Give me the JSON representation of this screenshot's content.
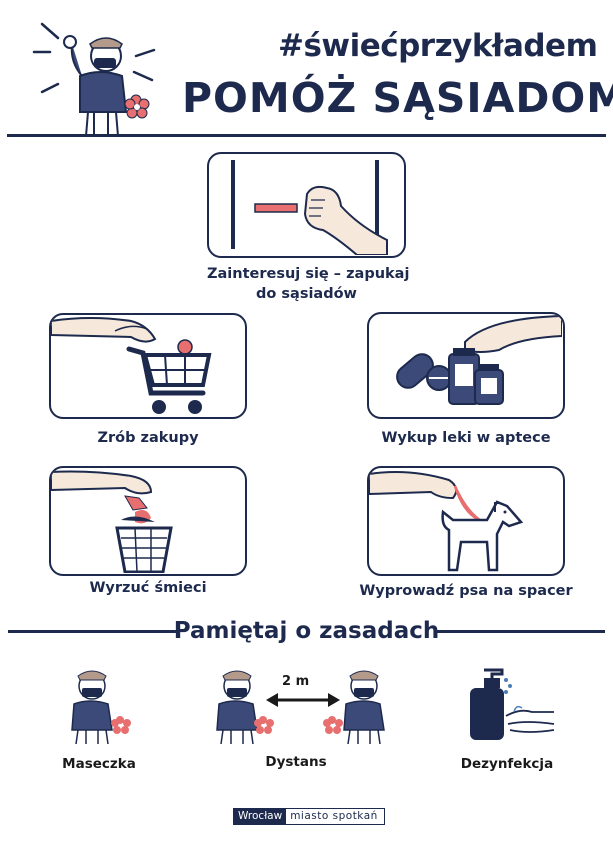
{
  "header": {
    "hashtag": "#świećprzykładem",
    "headline": "POMÓŻ SĄSIADOM"
  },
  "tasks": {
    "knock_caption_line1": "Zainteresuj się – zapukaj",
    "knock_caption_line2": "do sąsiadów",
    "shopping_caption": "Zrób zakupy",
    "pharmacy_caption": "Wykup leki w aptece",
    "trash_caption": "Wyrzuć śmieci",
    "dog_caption": "Wyprowadź psa na spacer"
  },
  "rules": {
    "title": "Pamiętaj o zasadach",
    "mask_label": "Maseczka",
    "distance_label": "Dystans",
    "distance_value": "2 m",
    "disinfection_label": "Dezynfekcja"
  },
  "footer": {
    "logo_left": "Wrocław",
    "logo_right": "miasto spotkań"
  },
  "colors": {
    "navy": "#1d2a4d",
    "accent_pink": "#e86f6f",
    "skin": "#f6e9dc"
  },
  "icons": [
    "waving-neighbor-icon",
    "knocking-hand-icon",
    "shopping-cart-icon",
    "medicine-icon",
    "trash-basket-icon",
    "dog-walk-icon",
    "mask-person-icon",
    "distance-arrow-icon",
    "sanitizer-icon"
  ]
}
